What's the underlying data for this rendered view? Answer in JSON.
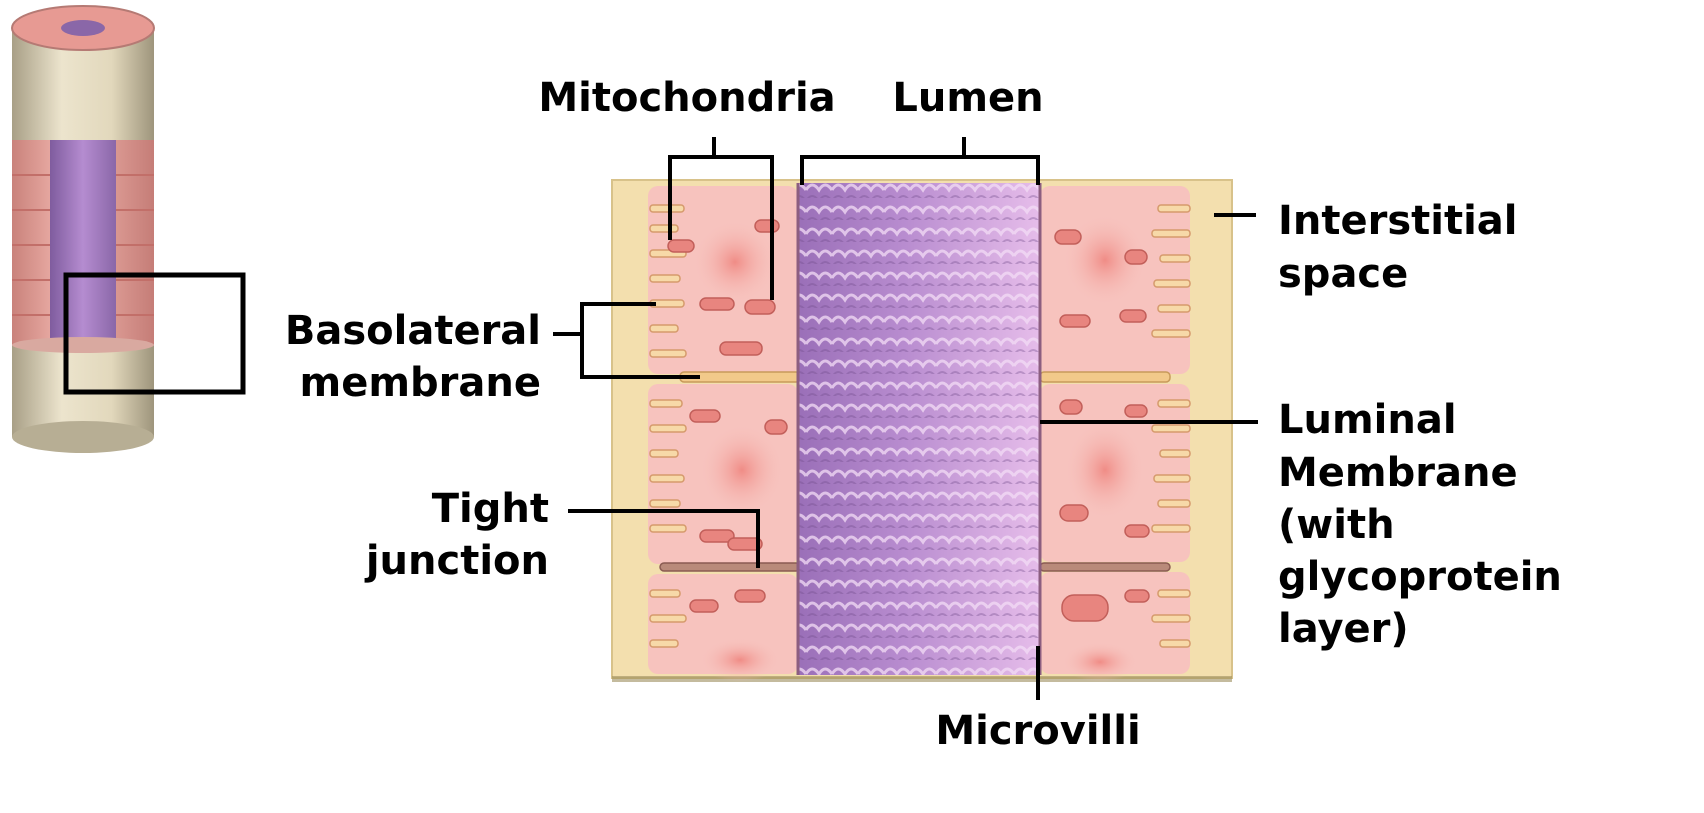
{
  "labels": {
    "mitochondria": "Mitochondria",
    "lumen": "Lumen",
    "interstitial_1": "Interstitial",
    "interstitial_2": "space",
    "basolateral_1": "Basolateral",
    "basolateral_2": "membrane",
    "luminal_1": "Luminal",
    "luminal_2": "Membrane",
    "luminal_3": "(with",
    "luminal_4": "glycoprotein",
    "luminal_5": "layer)",
    "tight_1": "Tight",
    "tight_2": "junction",
    "microvilli": "Microvilli"
  },
  "colors": {
    "interstitial": "#f3dfae",
    "cytoplasm": "#f7c3be",
    "nucleus": "#ef9a93",
    "mitochondria": "#e8857f",
    "lumen_dark": "#9a6fb8",
    "lumen_light": "#e3b6e8",
    "tube_cap": "#d8cdb0",
    "frame": "#000000"
  }
}
